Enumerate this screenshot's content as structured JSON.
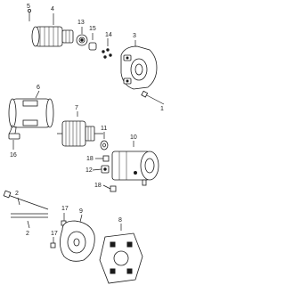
{
  "callouts": {
    "c1": "1",
    "c2": "2",
    "c3": "3",
    "c4": "4",
    "c5": "5",
    "c6": "6",
    "c7": "7",
    "c8": "8",
    "c9": "9",
    "c10": "10",
    "c11": "11",
    "c12": "12",
    "c13": "13",
    "c14": "14",
    "c15": "15",
    "c16": "16",
    "c17a": "17",
    "c17b": "17",
    "c18a": "18",
    "c18b": "18"
  },
  "colors": {
    "ink": "#1a1a1a",
    "background": "#ffffff"
  }
}
